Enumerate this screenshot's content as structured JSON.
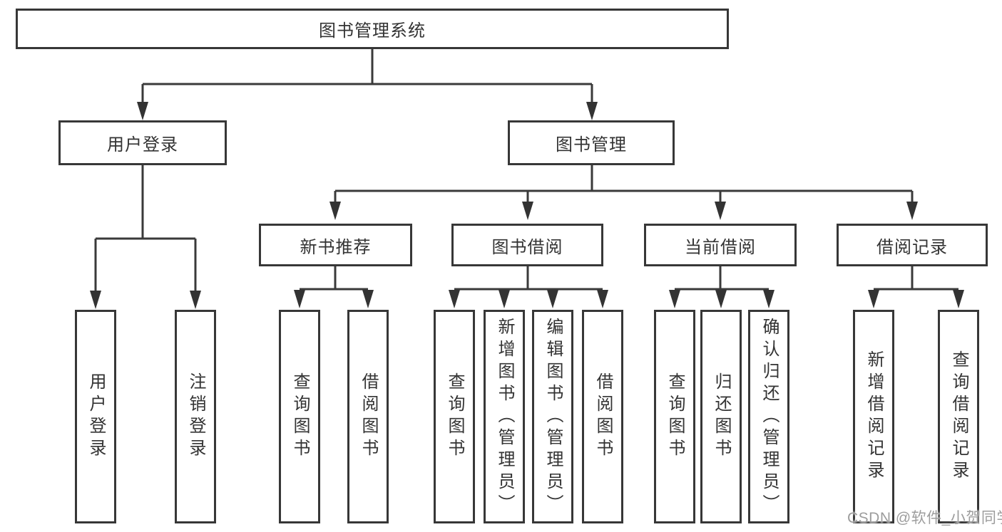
{
  "nodes": {
    "root": {
      "label": "图书管理系统"
    },
    "userLogin": {
      "label": "用户登录",
      "children": {
        "login": "用户登录",
        "logout": "注销登录"
      }
    },
    "bookMgmt": {
      "label": "图书管理"
    },
    "newBookRec": {
      "label": "新书推荐",
      "children": {
        "query": "查询图书",
        "borrow": "借阅图书"
      }
    },
    "bookBorrow": {
      "label": "图书借阅",
      "children": {
        "query": "查询图书",
        "add": "新增图书（管理员）",
        "edit": "编辑图书（管理员）",
        "borrow": "借阅图书"
      }
    },
    "currentBorrow": {
      "label": "当前借阅",
      "children": {
        "query": "查询图书",
        "return": "归还图书",
        "confirm": "确认归还（管理员）"
      }
    },
    "borrowRecords": {
      "label": "借阅记录",
      "children": {
        "add": "新增借阅记录",
        "query": "查询借阅记录"
      }
    }
  },
  "watermark": {
    "text": "CSDN @软件_小贺同学"
  },
  "colors": {
    "line": "#3a3a3a",
    "border": "#373737",
    "text": "#333333",
    "background": "#ffffff",
    "watermark": "#9d9d9d"
  }
}
